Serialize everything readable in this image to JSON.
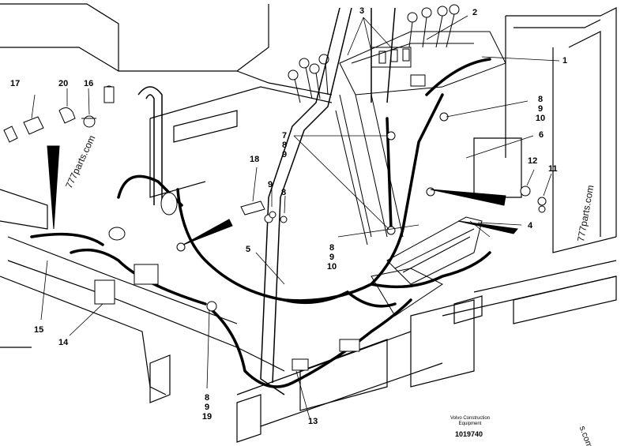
{
  "callouts": {
    "c1": "1",
    "c2": "2",
    "c3": "3",
    "c4": "4",
    "c5": "5",
    "c6": "6",
    "c11": "11",
    "c12": "12",
    "c13": "13",
    "c14": "14",
    "c15": "15",
    "c16": "16",
    "c17": "17",
    "c18": "18",
    "c20": "20",
    "s_right_top": [
      "8",
      "9",
      "10"
    ],
    "s_mid_left": [
      "7",
      "8",
      "9"
    ],
    "s_mid": [
      "8",
      "9",
      "10"
    ],
    "s_bottom": [
      "8",
      "9",
      "19"
    ],
    "c9": "9",
    "c8": "8"
  },
  "watermarks": {
    "left": "777parts.com",
    "right": "777parts.com",
    "corner": "s.com"
  },
  "footer": {
    "brand_line1": "Volvo Construction",
    "brand_line2": "Equipment",
    "doc_number": "1019740"
  }
}
